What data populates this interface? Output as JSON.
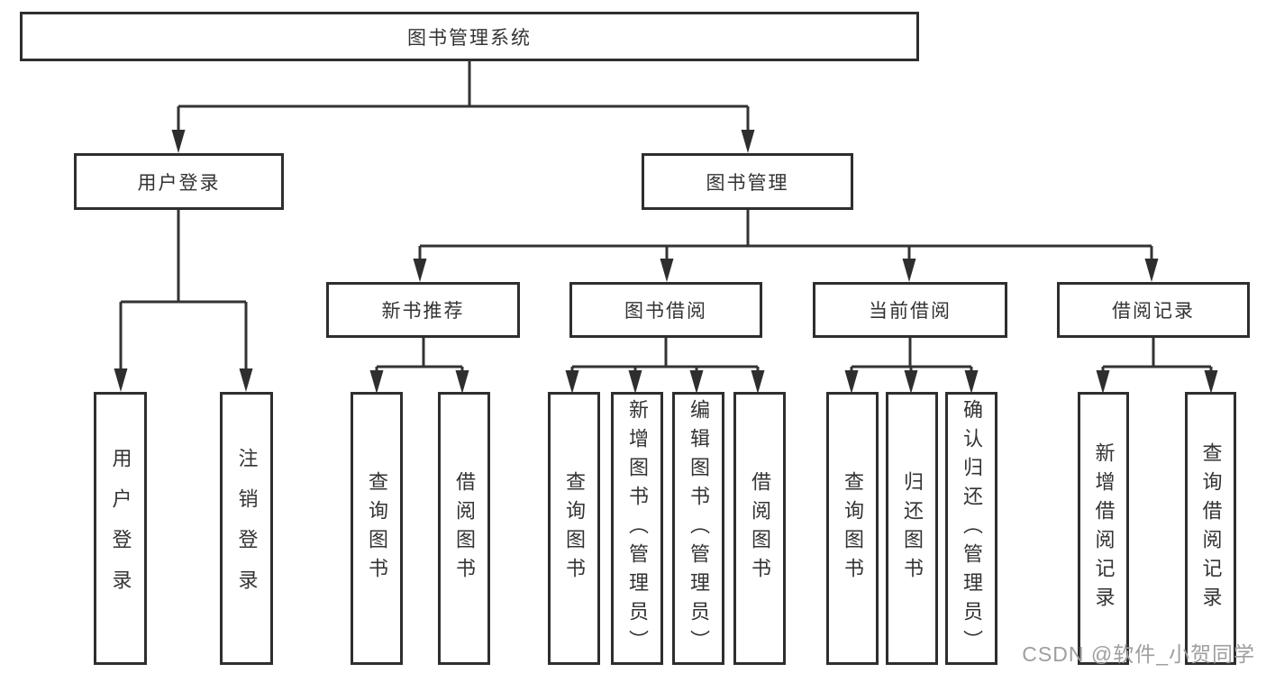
{
  "diagram": {
    "root": {
      "label": "图书管理系统"
    },
    "level2": [
      {
        "label": "用户登录"
      },
      {
        "label": "图书管理"
      }
    ],
    "level3": [
      {
        "label": "新书推荐"
      },
      {
        "label": "图书借阅"
      },
      {
        "label": "当前借阅"
      },
      {
        "label": "借阅记录"
      }
    ],
    "leaves": [
      {
        "label": "用户登录"
      },
      {
        "label": "注销登录"
      },
      {
        "label": "查询图书"
      },
      {
        "label": "借阅图书"
      },
      {
        "label": "查询图书"
      },
      {
        "label": "新增图书（管理员）"
      },
      {
        "label": "编辑图书（管理员）"
      },
      {
        "label": "借阅图书"
      },
      {
        "label": "查询图书"
      },
      {
        "label": "归还图书"
      },
      {
        "label": "确认归还（管理员）"
      },
      {
        "label": "新增借阅记录"
      },
      {
        "label": "查询借阅记录"
      }
    ],
    "watermark": "CSDN @软件_小贺同学"
  },
  "colors": {
    "line": "#333333",
    "arrow": "#2e2e2e",
    "border": "#2e2e2e",
    "text": "#333333",
    "watermark": "#9e9e9e",
    "background": "#ffffff"
  }
}
